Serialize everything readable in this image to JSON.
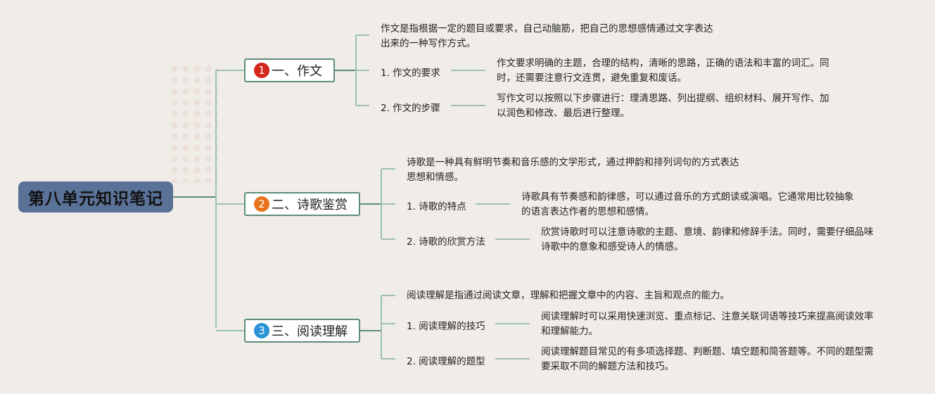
{
  "root": {
    "title": "第八单元知识笔记",
    "color": "#5b7298"
  },
  "line_colors": {
    "main": "#5d8d7c",
    "branch": "#9dc0b2"
  },
  "topics": [
    {
      "number": "1",
      "badge_color": "#d4261b",
      "label": "一、作文",
      "definition": [
        "作文是指根据一定的题目或要求，自己动脑筋，把自己的思想感情通过文字表达",
        "出来的一种写作方式。"
      ],
      "items": [
        {
          "label": "1. 作文的要求",
          "detail": [
            "作文要求明确的主题，合理的结构，清晰的思路，正确的语法和丰富的词汇。同",
            "时，还需要注意行文连贯，避免重复和废话。"
          ]
        },
        {
          "label": "2. 作文的步骤",
          "detail": [
            "写作文可以按照以下步骤进行：理清思路、列出提纲、组织材料、展开写作、加",
            "以润色和修改、最后进行整理。"
          ]
        }
      ]
    },
    {
      "number": "2",
      "badge_color": "#e8731c",
      "label": "二、诗歌鉴赏",
      "definition": [
        "诗歌是一种具有鲜明节奏和音乐感的文学形式，通过押韵和排列词句的方式表达",
        "思想和情感。"
      ],
      "items": [
        {
          "label": "1. 诗歌的特点",
          "detail": [
            "诗歌具有节奏感和韵律感，可以通过音乐的方式朗读或演唱。它通常用比较抽象",
            "的语言表达作者的思想和感情。"
          ]
        },
        {
          "label": "2. 诗歌的欣赏方法",
          "detail": [
            "欣赏诗歌时可以注意诗歌的主题、意境、韵律和修辞手法。同时，需要仔细品味",
            "诗歌中的意象和感受诗人的情感。"
          ]
        }
      ]
    },
    {
      "number": "3",
      "badge_color": "#2a93d5",
      "label": "三、阅读理解",
      "definition": [
        "阅读理解是指通过阅读文章，理解和把握文章中的内容、主旨和观点的能力。"
      ],
      "items": [
        {
          "label": "1. 阅读理解的技巧",
          "detail": [
            "阅读理解时可以采用快速浏览、重点标记、注意关联词语等技巧来提高阅读效率",
            "和理解能力。"
          ]
        },
        {
          "label": "2. 阅读理解的题型",
          "detail": [
            "阅读理解题目常见的有多项选择题、判断题、填空题和简答题等。不同的题型需",
            "要采取不同的解题方法和技巧。"
          ]
        }
      ]
    }
  ]
}
